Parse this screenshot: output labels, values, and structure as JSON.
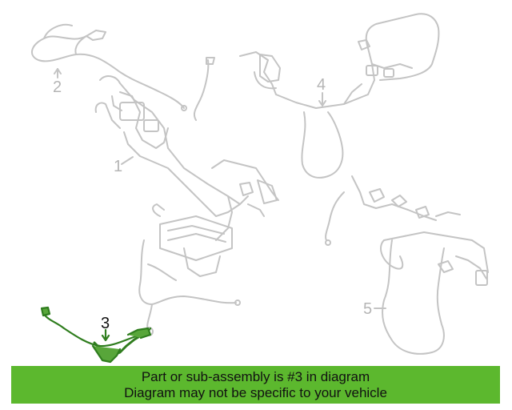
{
  "diagram": {
    "callouts": {
      "c1": "1",
      "c2": "2",
      "c3": "3",
      "c4": "4",
      "c5": "5"
    },
    "highlighted_part": "3",
    "colors": {
      "ghost": "#c4c4c4",
      "highlight": "#2f7d1e",
      "highlight_fill": "#58a63a"
    }
  },
  "banner": {
    "line1": "Part or sub-assembly is #3 in diagram",
    "line2": "Diagram may not be specific to your vehicle",
    "background": "#5cb82e"
  }
}
